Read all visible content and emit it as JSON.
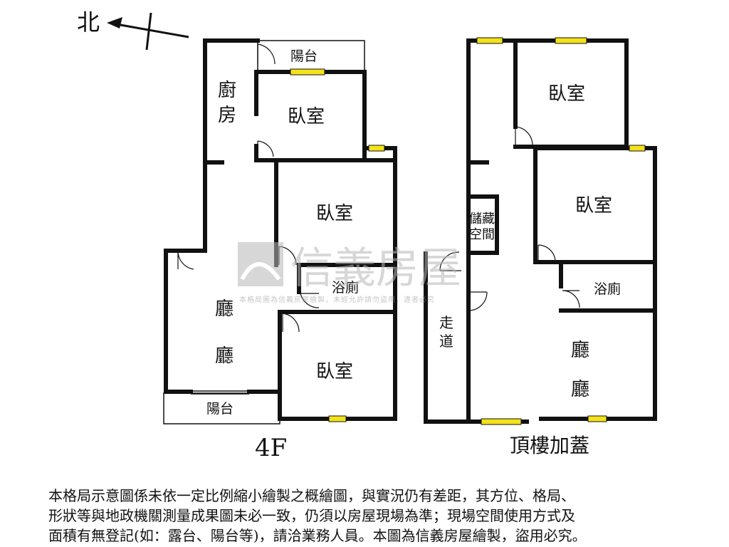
{
  "compass": {
    "north_label": "北"
  },
  "watermark": {
    "brand": "信義房屋",
    "fineprint": "本格局圖為信義房屋繪製，未經允許請勿盜用，違者必究"
  },
  "floor_4f": {
    "title": "4F",
    "rooms": {
      "balcony_top": "陽台",
      "kitchen_1": "廚",
      "kitchen_2": "房",
      "bedroom_a": "臥室",
      "bedroom_b": "臥室",
      "bath": "浴廁",
      "bedroom_c": "臥室",
      "hall_1": "廳",
      "hall_2": "廳",
      "balcony_bottom": "陽台"
    }
  },
  "floor_top": {
    "title": "頂樓加蓋",
    "rooms": {
      "bedroom_a": "臥室",
      "bedroom_b": "臥室",
      "storage_1": "儲藏",
      "storage_2": "空間",
      "bath": "浴廁",
      "corridor_1": "走",
      "corridor_2": "道",
      "hall_1": "廳",
      "hall_2": "廳"
    }
  },
  "disclaimer": {
    "line1": "本格局示意圖係未依一定比例縮小繪製之概繪圖，與實況仍有差距，其方位、格局、",
    "line2": "形狀等與地政機關測量成果圖未必一致，仍須以房屋現場為準；現場空間使用方式及",
    "line3": "面積有無登記(如：露台、陽台等)，請洽業務人員。本圖為信義房屋繪製，盜用必究。"
  },
  "colors": {
    "wall": "#111111",
    "window": "#f4e21a",
    "watermark": "#b8b8b8"
  }
}
